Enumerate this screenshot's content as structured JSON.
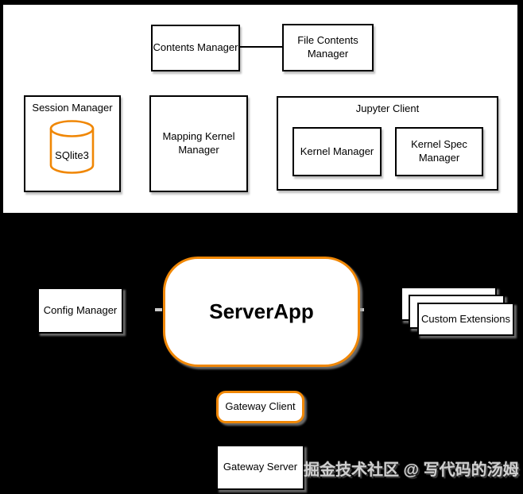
{
  "nodes": {
    "contents_manager": "Contents Manager",
    "file_contents_manager": "File Contents Manager",
    "session_manager": "Session Manager",
    "sqlite": "SQlite3",
    "mapping_kernel_manager": "Mapping Kernel Manager",
    "jupyter_client": "Jupyter Client",
    "kernel_manager": "Kernel Manager",
    "kernel_spec_manager": "Kernel Spec Manager",
    "config_manager": "Config Manager",
    "server_app": "ServerApp",
    "custom_extensions": "Custom Extensions",
    "gateway_client": "Gateway Client",
    "gateway_server": "Gateway Server"
  },
  "icons": {
    "database": "database-icon"
  },
  "watermark": {
    "text": "掘金技术社区 @ 写代码的汤姆"
  },
  "colors": {
    "accent_orange": "#F08705",
    "canvas_bg": "#000000",
    "panel_bg": "#FFFFFF",
    "border": "#000000",
    "watermark_gray": "#CFCFCF"
  }
}
